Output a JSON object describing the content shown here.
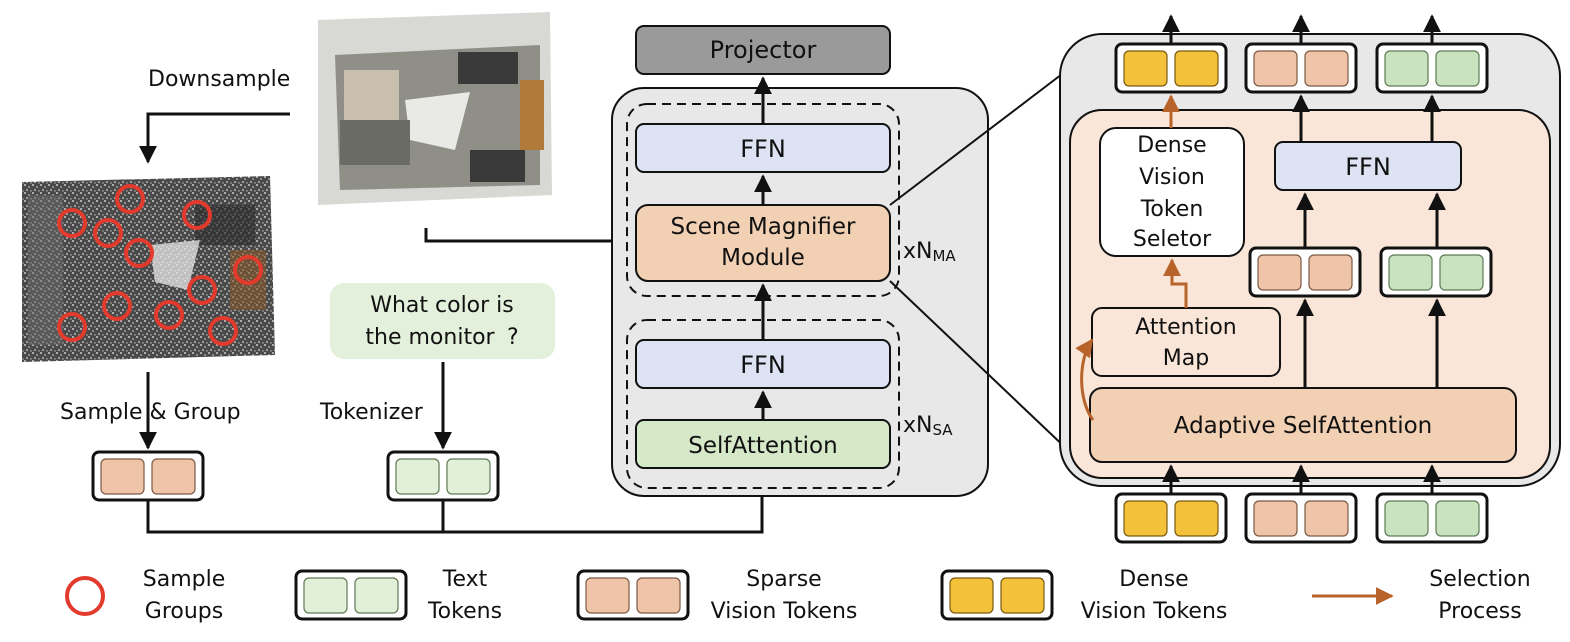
{
  "labels": {
    "downsample": "Downsample",
    "sample_group": "Sample & Group",
    "tokenizer": "Tokenizer",
    "question_line1": "What color is",
    "question_line2": "the monitor",
    "question_mark": "?",
    "projector": "Projector",
    "ffn_top": "FFN",
    "smm_line1": "Scene Magnifier",
    "smm_line2": "Module",
    "x_nma_x": "xN",
    "x_nma_sub": "MA",
    "ffn_bottom": "FFN",
    "self_attention": "SelfAttention",
    "x_nsa_x": "xN",
    "x_nsa_sub": "SA",
    "dense_selector_1": "Dense",
    "dense_selector_2": "Vision",
    "dense_selector_3": "Token",
    "dense_selector_4": "Seletor",
    "ffn_right": "FFN",
    "attention_map_1": "Attention",
    "attention_map_2": "Map",
    "adaptive_self_attention": "Adaptive SelfAttention"
  },
  "legend": {
    "sample_groups_1": "Sample",
    "sample_groups_2": "Groups",
    "text_tokens_1": "Text",
    "text_tokens_2": "Tokens",
    "sparse_tokens_1": "Sparse",
    "sparse_tokens_2": "Vision Tokens",
    "dense_tokens_1": "Dense",
    "dense_tokens_2": "Vision Tokens",
    "selection_1": "Selection",
    "selection_2": "Process"
  },
  "colors": {
    "gray_panel": "#e8e8e8",
    "projector": "#9a9a9a",
    "ffn_blue": "#dde3f3",
    "smm_peach": "#f2d0b4",
    "self_attn_green": "#d5e8c8",
    "inner_peach": "#f9e6d8",
    "sparse_token": "#f0c4a8",
    "text_token": "#e2f0da",
    "green_token": "#c9e3c0",
    "dense_token": "#f3c13a",
    "question_bg": "#e3f0dc",
    "selection_arrow": "#b8632a",
    "circle_red": "#e33a2e"
  },
  "icons": {
    "sample_circle": "red-circle-icon",
    "selection_arrow": "orange-arrow-icon"
  }
}
